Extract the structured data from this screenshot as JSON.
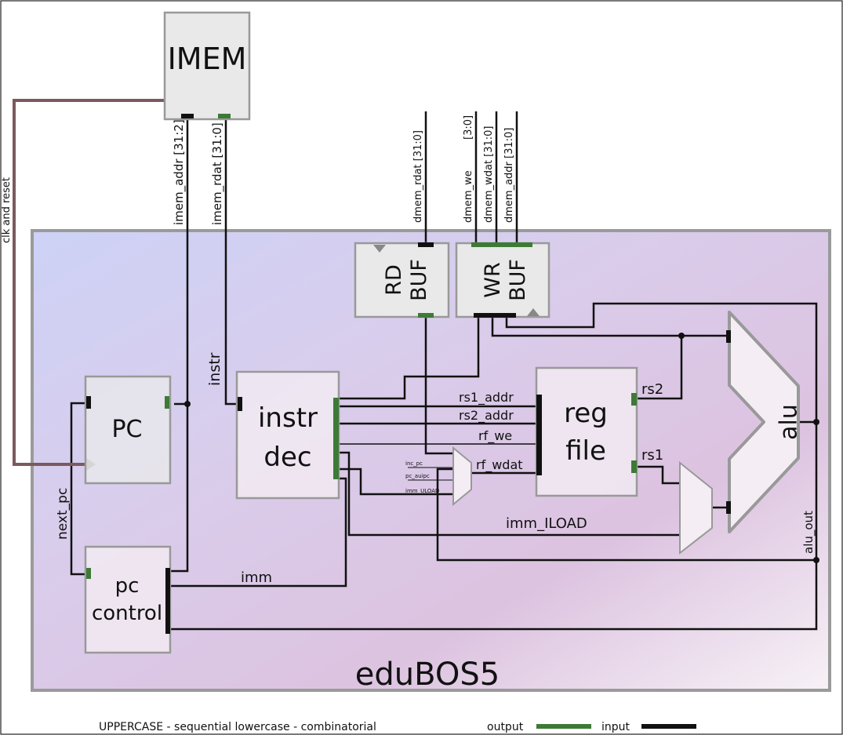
{
  "title": "eduBOS5",
  "blocks": {
    "imem": "IMEM",
    "pc": "PC",
    "pc_control": [
      "pc",
      "control"
    ],
    "instr_dec": [
      "instr",
      "dec"
    ],
    "reg_file": [
      "reg",
      "file"
    ],
    "rd_buf": [
      "RD",
      "BUF"
    ],
    "wr_buf": [
      "WR",
      "BUF"
    ],
    "alu": "alu"
  },
  "signals": {
    "clk_reset": "clk and reset",
    "imem_addr": "imem_addr [31:2]",
    "imem_rdat": "imem_rdat [31:0]",
    "dmem_rdat": "dmem_rdat [31:0]",
    "dmem_we": "dmem_we",
    "dmem_we_width": "[3:0]",
    "dmem_wdat": "dmem_wdat [31:0]",
    "dmem_addr": "dmem_addr [31:0]",
    "instr": "instr",
    "next_pc": "next_pc",
    "imm": "imm",
    "rs1_addr": "rs1_addr",
    "rs2_addr": "rs2_addr",
    "rf_we": "rf_we",
    "rf_wdat": "rf_wdat",
    "imm_iload": "imm_ILOAD",
    "rs1": "rs1",
    "rs2": "rs2",
    "alu_out": "alu_out",
    "mux_inc_pc": "inc_pc",
    "mux_pc_auipc": "pc_auipc",
    "mux_imm_uload": "imm_ULOAD"
  },
  "legend": {
    "kinds": "UPPERCASE - sequential  lowercase - combinatorial",
    "output": "output",
    "input": "input",
    "output_color": "#3d7a36",
    "input_color": "#111111"
  },
  "colors": {
    "block_fill": "#e9e9e9",
    "block_stroke": "#999999",
    "wire": "#111111",
    "clk_wire": "#7a5a5e",
    "port_out": "#3d7a36",
    "port_in": "#111111"
  }
}
